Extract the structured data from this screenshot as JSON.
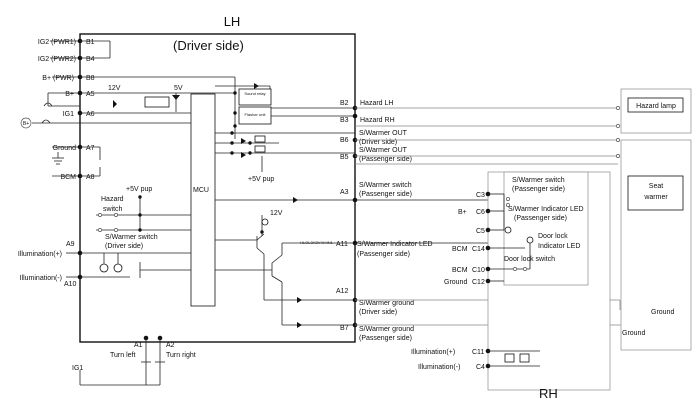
{
  "lh": {
    "title": "LH",
    "subtitle": "(Driver side)",
    "mcu_label": "MCU",
    "left_inputs": {
      "ig2_pwr1": "IG2 (PWR1)",
      "ig2_pwr2": "IG2 (PWR2)",
      "b_pwr": "B+ (PWR)",
      "b_plus": "B+",
      "ig1": "IG1",
      "ground": "Ground",
      "bcm": "BCM",
      "illum_plus": "Illumination(+)",
      "illum_minus": "Illumination(-)",
      "b_plus_circle": "B+"
    },
    "pins_left": {
      "b1": "B1",
      "b4": "B4",
      "b8": "B8",
      "a5": "A5",
      "a6": "A6",
      "a7": "A7",
      "a8": "A8",
      "a9": "A9",
      "a10": "A10"
    },
    "pins_right": {
      "b2": "B2",
      "b3": "B3",
      "b6": "B6",
      "b5": "B5",
      "a3": "A3",
      "a11": "A11",
      "a12": "A12",
      "b7": "B7"
    },
    "pins_bottom": {
      "a1": "A1",
      "a2": "A2"
    },
    "volt_12v": "12V",
    "volt_5v": "5V",
    "volt_12v_b": "12V",
    "sound_relay": "Sound relay",
    "flasher_unit": "Flasher unit",
    "pup_5v_1": "+5V pup",
    "pup_5v_2": "+5V pup",
    "hazard_switch": "Hazard switch",
    "sw_switch_driver": "S/Warmer switch (Driver side)",
    "outputs": {
      "hazard_lh": "Hazard LH",
      "hazard_rh": "Hazard RH",
      "sw_out_driver": "S/Warmer OUT (Driver side)",
      "sw_out_pass": "S/Warmer OUT (Passenger side)",
      "sw_switch_pass": "S/Warmer switch (Passenger side)",
      "sw_indicator": "S/Warmer Indicator LED (Passenger side)",
      "sw_ground_driver": "S/Warmer ground (Driver side)",
      "sw_ground_pass": "S/Warmer ground (Passenger side)"
    },
    "bus_label": "HLOL3H2V4H4N1",
    "turn_left": "Turn left",
    "turn_right": "Turn right",
    "ig1_bottom": "IG1"
  },
  "rh": {
    "title": "RH",
    "sw_switch_pass": "S/Warmer switch (Passenger side)",
    "sw_indicator_led": "S/Warmer Indicator LED (Passenger side)",
    "door_lock_led": "Door lock Indicator LED",
    "door_lock_switch": "Door lock switch",
    "pins": {
      "c3": "C3",
      "c6": "C6",
      "c5": "C5",
      "c14": "C14",
      "c10": "C10",
      "c12": "C12",
      "c11": "C11",
      "c4": "C4"
    },
    "b_plus": "B+",
    "bcm_1": "BCM",
    "bcm_2": "BCM",
    "ground": "Ground",
    "illum_plus": "Illumination(+)",
    "illum_minus": "Illumination(-)"
  },
  "external": {
    "hazard_lamp": "Hazard lamp",
    "seat_warmer": "Seat warmer",
    "ground_1": "Ground",
    "ground_2": "Ground"
  }
}
